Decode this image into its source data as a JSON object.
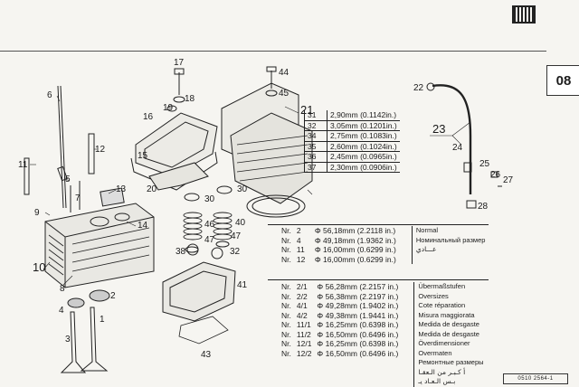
{
  "section_tab": "08",
  "callouts": {
    "c1": "1",
    "c2": "2",
    "c3": "3",
    "c4": "4",
    "c5": "5",
    "c6": "6",
    "c7": "7",
    "c8": "8",
    "c9": "9",
    "c10": "10",
    "c11": "11",
    "c12": "12",
    "c13": "13",
    "c14": "14",
    "c15": "15",
    "c16": "16",
    "c17": "17",
    "c18": "18",
    "c19": "19",
    "c20": "20",
    "c21": "21",
    "c22": "22",
    "c23": "23",
    "c24": "24",
    "c25": "25",
    "c26": "26",
    "c27": "27",
    "c28": "28",
    "c30a": "30",
    "c30b": "30",
    "c32": "32",
    "c38": "38",
    "c40": "40",
    "c41": "41",
    "c43": "43",
    "c44": "44",
    "c45": "45",
    "c46": "46",
    "c47a": "47",
    "c47b": "47"
  },
  "gasket_thickness": [
    {
      "code": "31",
      "value": "2,90mm (0.1142in.)"
    },
    {
      "code": "32",
      "value": "3,05mm (0.1201in.)"
    },
    {
      "code": "34",
      "value": "2,75mm (0.1083in.)"
    },
    {
      "code": "35",
      "value": "2,60mm (0.1024in.)"
    },
    {
      "code": "36",
      "value": "2,45mm (0.0965in.)"
    },
    {
      "code": "37",
      "value": "2,30mm (0.0906in.)"
    }
  ],
  "normal_sizes": [
    {
      "label": "Nr.",
      "nr": "2",
      "value": "Φ 56,18mm (2.2118 in.)"
    },
    {
      "label": "Nr.",
      "nr": "4",
      "value": "Φ 49,18mm (1.9362 in.)"
    },
    {
      "label": "Nr.",
      "nr": "11",
      "value": "Φ 16,00mm (0.6299 in.)"
    },
    {
      "label": "Nr.",
      "nr": "12",
      "value": "Φ 16,00mm (0.6299 in.)"
    }
  ],
  "normal_captions": [
    "Normal",
    "Номинальный размер",
    "عـــادي"
  ],
  "oversizes": [
    {
      "label": "Nr.",
      "nr": "2/1",
      "value": "Φ 56,28mm (2.2157 in.)"
    },
    {
      "label": "Nr.",
      "nr": "2/2",
      "value": "Φ 56,38mm (2.2197 in.)"
    },
    {
      "label": "Nr.",
      "nr": "4/1",
      "value": "Φ 49,28mm (1.9402 in.)"
    },
    {
      "label": "Nr.",
      "nr": "4/2",
      "value": "Φ 49,38mm (1.9441 in.)"
    },
    {
      "label": "Nr.",
      "nr": "11/1",
      "value": "Φ 16,25mm (0.6398 in.)"
    },
    {
      "label": "Nr.",
      "nr": "11/2",
      "value": "Φ 16,50mm (0.6496 in.)"
    },
    {
      "label": "Nr.",
      "nr": "12/1",
      "value": "Φ 16,25mm (0.6398 in.)"
    },
    {
      "label": "Nr.",
      "nr": "12/2",
      "value": "Φ 16,50mm (0.6496 in.)"
    }
  ],
  "oversize_captions": [
    "Übermaßstufen",
    "Oversizes",
    "Cote réparation",
    "Misura maggiorata",
    "Medida de desgaste",
    "Medida de desgaste",
    "Överdimensioner",
    "Overmaten",
    "Ремонтные размеры",
    "أ كـبـر من الـعقـا",
    "بـس الـعـاد يـ"
  ],
  "footer_code": "0510 2564-1"
}
